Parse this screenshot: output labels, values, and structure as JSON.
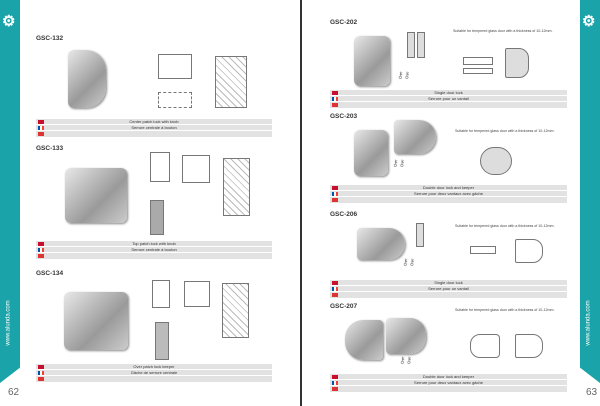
{
  "brand": {
    "website": "www.alunda.com",
    "logo": "gear-logo"
  },
  "left_page": {
    "page_number": "62",
    "products": [
      {
        "code": "GSC-132",
        "en": "Center patch lock with knob",
        "fr": "Serrure centrale à bouton"
      },
      {
        "code": "GSC-133",
        "en": "Top patch lock with knob",
        "fr": "Serrure centrale à bouton"
      },
      {
        "code": "GSC-134",
        "en": "Over patch lock keeper",
        "fr": "Gâche de serrure centrale"
      }
    ]
  },
  "right_page": {
    "page_number": "63",
    "products": [
      {
        "code": "GSC-202",
        "note": "Suitable for tempered glass door with a thickness of 10-12mm.",
        "en": "Single door lock",
        "fr": "Serrure pour un vantail"
      },
      {
        "code": "GSC-203",
        "note": "Suitable for tempered glass door with a thickness of 10-12mm.",
        "en": "Double door lock and keeper",
        "fr": "Serrure pour deux vantaux avec gâche"
      },
      {
        "code": "GSC-206",
        "note": "Suitable for tempered glass door with a thickness of 10-12mm.",
        "en": "Single door lock",
        "fr": "Serrure pour un vantail"
      },
      {
        "code": "GSC-207",
        "note": "Suitable for tempered glass door with a thickness of 10-12mm.",
        "en": "Double door lock and keeper",
        "fr": "Serrure pour deux vantaux avec gâche"
      }
    ]
  }
}
